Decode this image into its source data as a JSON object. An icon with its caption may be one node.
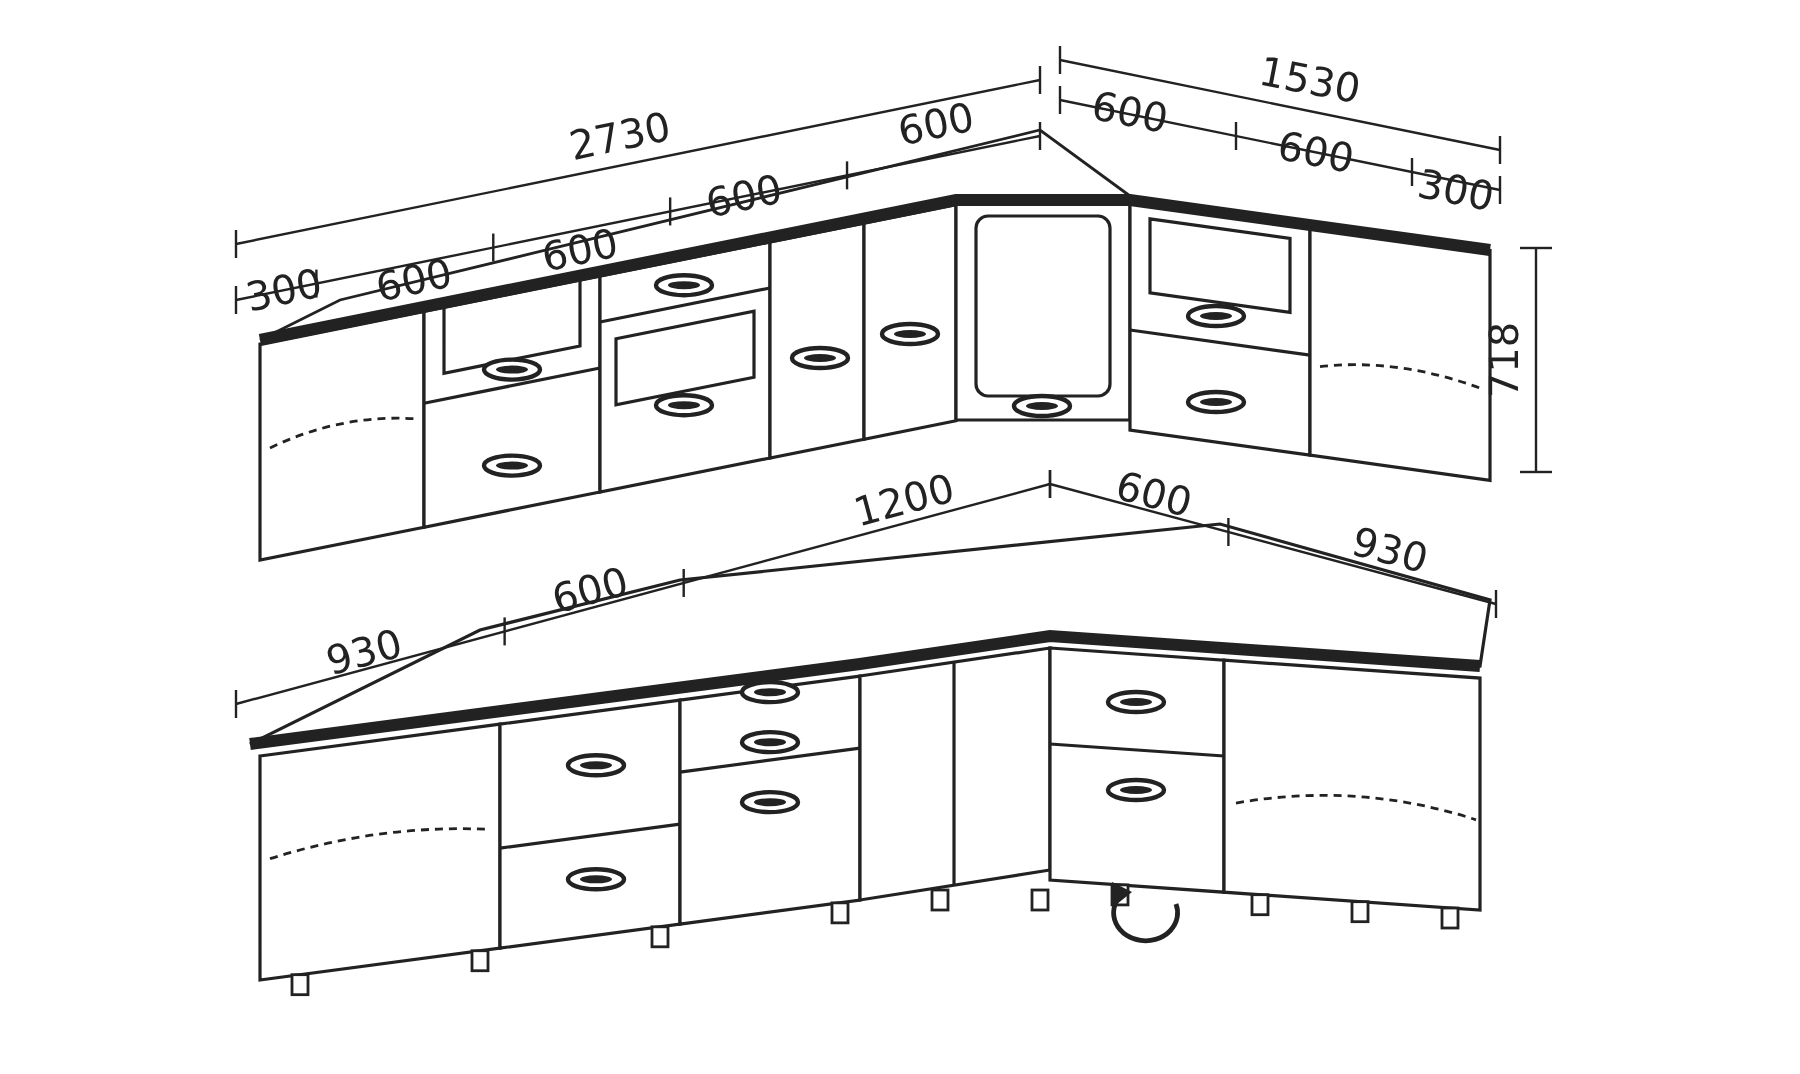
{
  "diagram": {
    "labels": [
      "1530",
      "600",
      "600",
      "2730",
      "600",
      "300",
      "600",
      "600",
      "300",
      "600",
      "718",
      "600",
      "1200",
      "930",
      "600",
      "930"
    ]
  }
}
